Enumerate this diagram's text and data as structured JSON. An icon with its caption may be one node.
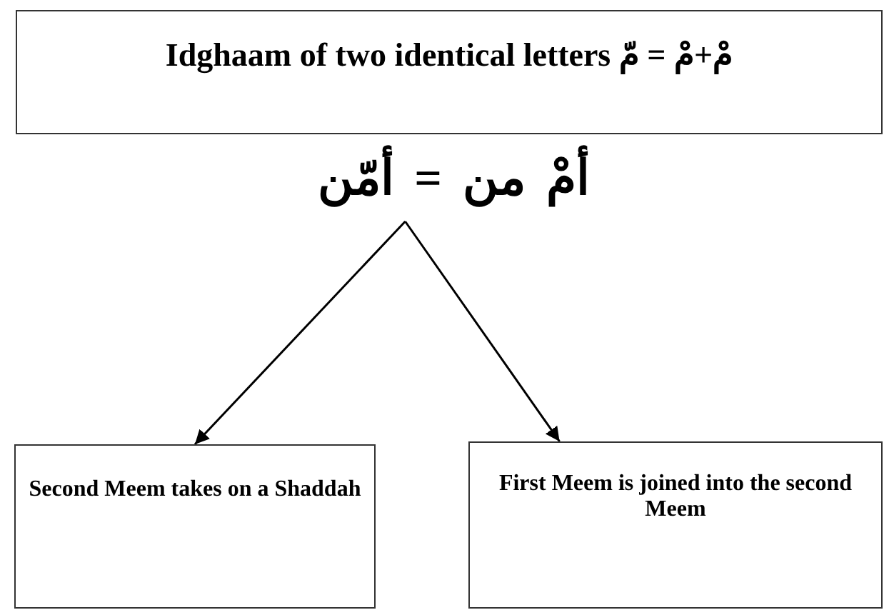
{
  "diagram": {
    "nodes": [
      {
        "text": [
          "Idghaam of two identical letters مْ+مْ = مّ"
        ]
      },
      {
        "text": [
          "أمْ من = أمّن"
        ]
      },
      {
        "text": [
          "Second Meem takes on a Shaddah"
        ]
      },
      {
        "text": [
          "First Meem is joined into the second Meem"
        ]
      }
    ],
    "edges": [
      {
        "from": 1,
        "to": 2,
        "arrow": "to"
      },
      {
        "from": 1,
        "to": 3,
        "arrow": "to"
      }
    ]
  }
}
